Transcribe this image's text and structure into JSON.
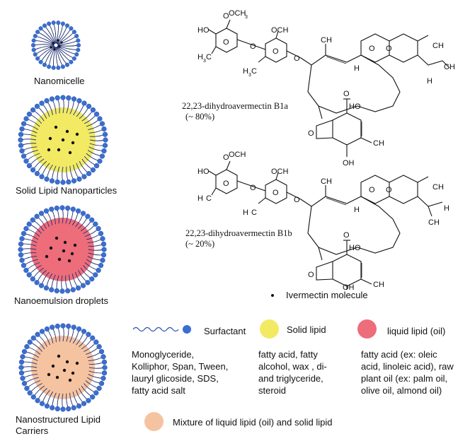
{
  "particles": [
    {
      "label": "Nanomicelle"
    },
    {
      "label": "Solid Lipid Nanoparticles"
    },
    {
      "label": "Nanoemulsion droplets"
    },
    {
      "label": "Nanostructured Lipid\nCarriers"
    }
  ],
  "molecules": [
    {
      "name": "22,23-dihydroavermectin B1a",
      "percent": "(~ 80%)"
    },
    {
      "name": "22,23-dihydroavermectin B1b",
      "percent": "(~ 20%)"
    }
  ],
  "atom_labels": {
    "ho": "HO",
    "och3": "OCH",
    "sub3": "3",
    "ch3": "CH",
    "h3c": "H",
    "c": "C",
    "o": "O",
    "h": "H",
    "oh": "OH",
    "ho2": "HO"
  },
  "legend": {
    "ivermectin": "Ivermectin molecule",
    "surfactant": {
      "title": "Surfactant",
      "examples": [
        "Monoglyceride,",
        "Kolliphor, Span, Tween,",
        "lauryl glicoside, SDS,",
        "fatty acid salt"
      ]
    },
    "solid_lipid": {
      "title": "Solid lipid",
      "color": "#f2ea63",
      "examples": [
        "fatty acid, fatty",
        "alcohol, wax , di-",
        "and triglyceride,",
        "steroid"
      ]
    },
    "liquid_lipid": {
      "title": "liquid lipid (oil)",
      "color": "#ee6d7a",
      "examples": [
        "fatty acid (ex: oleic",
        "acid, linoleic acid), raw",
        "plant oil (ex: palm oil,",
        "olive oil, almond oil)"
      ]
    },
    "mixture": {
      "title": "Mixture of liquid lipid (oil) and solid lipid",
      "color": "#f6c3a0"
    }
  },
  "colors": {
    "surfactant_head": "#3a6fd0",
    "surfactant_tail": "#1e2f6e",
    "drug_dot": "#101010"
  }
}
